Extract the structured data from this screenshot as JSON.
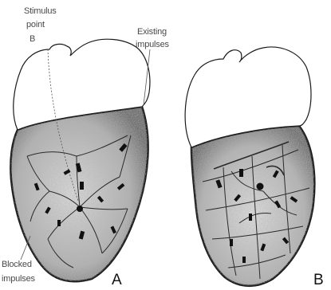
{
  "figure": {
    "labels": {
      "stimulus_line1": "Stimulus",
      "stimulus_line2": "point",
      "stimulus_line3": "B",
      "existing_line1": "Existing",
      "existing_line2": "impulses",
      "blocked_line1": "Blocked",
      "blocked_line2": "impulses",
      "panel_a": "A",
      "panel_b": "B"
    },
    "colors": {
      "outline": "#1a1a1a",
      "muscle_fill": "#bdbdbd",
      "atria_fill": "#ffffff",
      "label_text": "#4a4a4a"
    }
  }
}
